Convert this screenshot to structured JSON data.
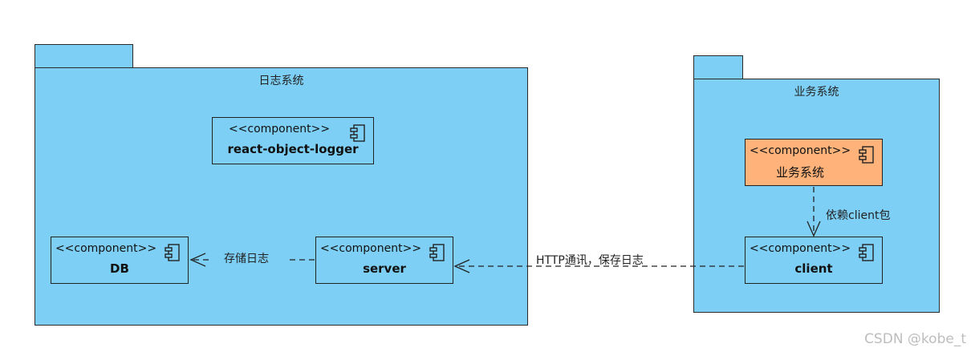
{
  "packages": {
    "log_system": {
      "title": "日志系统"
    },
    "business_system": {
      "title": "业务系统"
    }
  },
  "components": {
    "react_object_logger": {
      "stereotype": "<<component>>",
      "name": "react-object-logger"
    },
    "db": {
      "stereotype": "<<component>>",
      "name": "DB"
    },
    "server": {
      "stereotype": "<<component>>",
      "name": "server"
    },
    "business": {
      "stereotype": "<<component>>",
      "name": "业务系统"
    },
    "client": {
      "stereotype": "<<component>>",
      "name": "client"
    }
  },
  "relations": {
    "server_to_db": {
      "label": "存储日志"
    },
    "client_to_server": {
      "label": "HTTP通讯，保存日志"
    },
    "business_to_client": {
      "label": "依赖client包"
    }
  },
  "colors": {
    "package_fill": "#7dcff5",
    "business_component_fill": "#ffb27a",
    "border": "#222222"
  },
  "watermark": "CSDN @kobe_t"
}
